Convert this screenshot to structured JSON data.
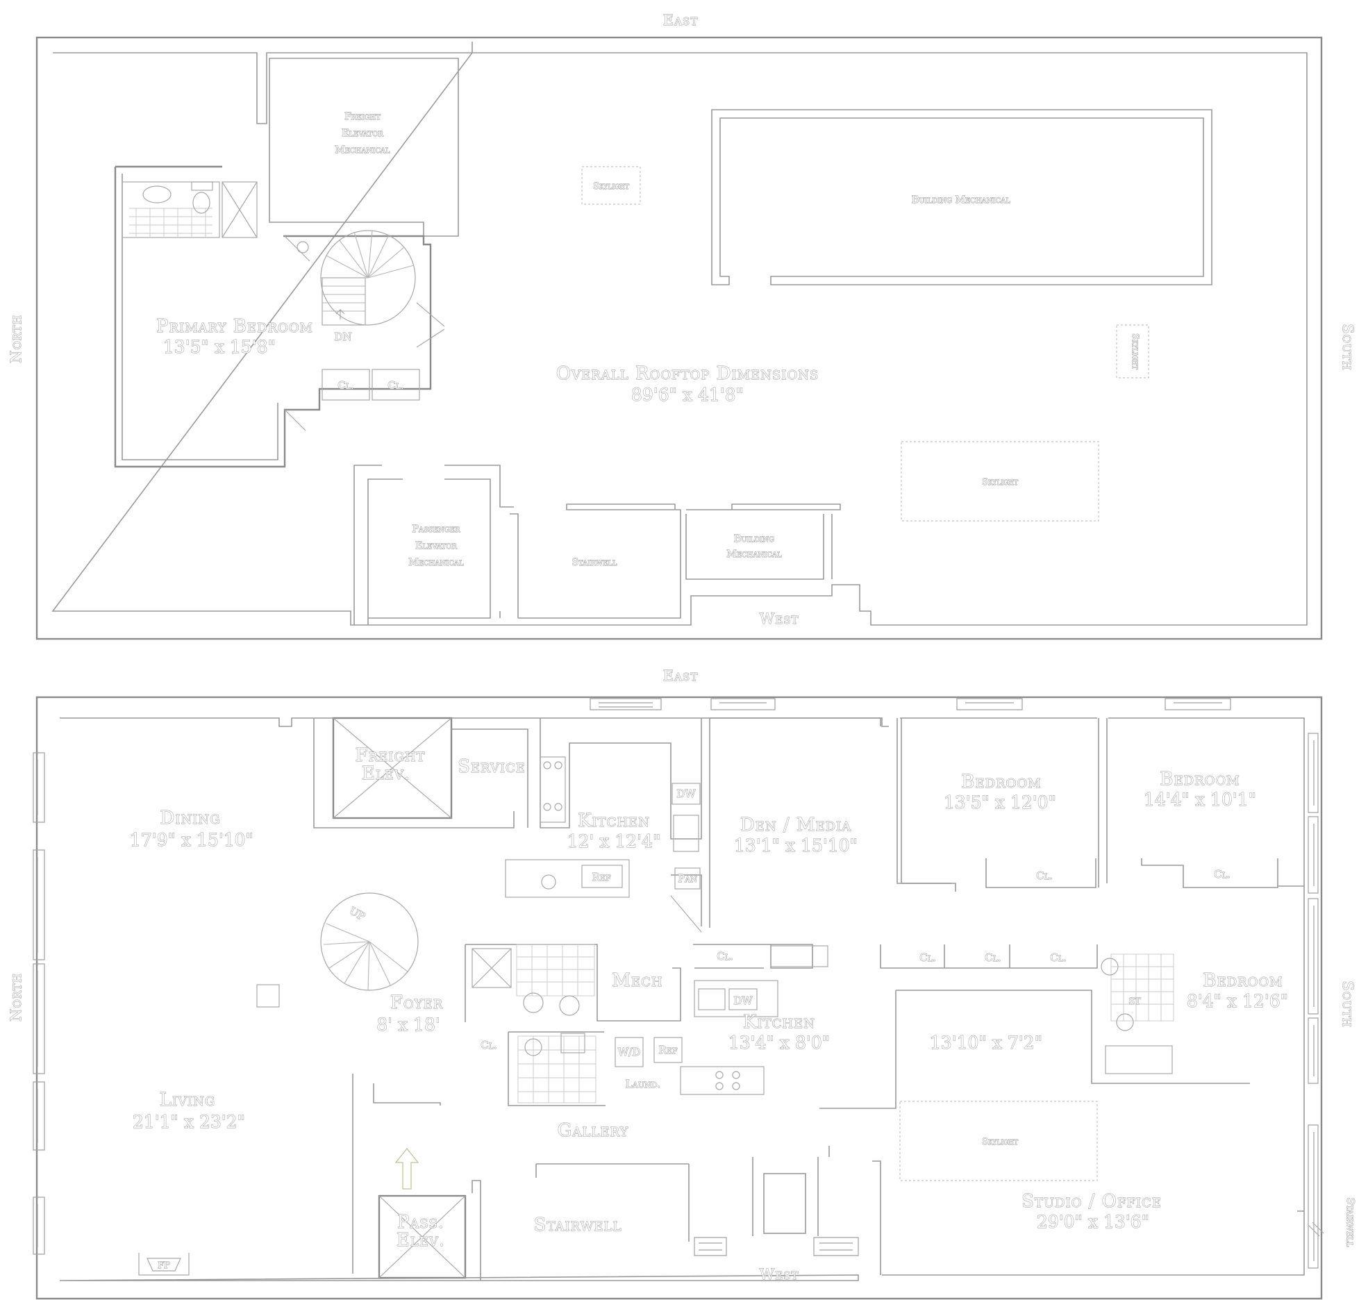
{
  "compass": {
    "east": "East",
    "north": "North",
    "south": "South",
    "west": "West"
  },
  "roof": {
    "freight_mech": [
      "Freight",
      "Elevator",
      "Mechanical"
    ],
    "skylight": "Skylight",
    "building_mech": "Building Mechanical",
    "primary_bedroom": {
      "name": "Primary Bedroom",
      "dims": "13'5\" x 15'8\""
    },
    "dn": "DN",
    "closet": "Cl.",
    "overall": {
      "name": "Overall Rooftop Dimensions",
      "dims": "89'6\" x 41'8\""
    },
    "pass_mech": [
      "Passenger",
      "Elevator",
      "Mechanical"
    ],
    "stairwell": "Stairwell",
    "building_mech2": [
      "Building",
      "Mechanical"
    ]
  },
  "floor": {
    "freight_elev": [
      "Freight",
      "Elev."
    ],
    "service": "Service",
    "dining": {
      "name": "Dining",
      "dims": "17'9\" x 15'10\""
    },
    "kitchen": {
      "name": "Kitchen",
      "dims": "12' x 12'4\""
    },
    "dw": "DW",
    "ref": "Ref",
    "pan": "Pan",
    "den": {
      "name": "Den / Media",
      "dims": "13'1\" x 15'10\""
    },
    "bedroom1": {
      "name": "Bedroom",
      "dims": "13'5\" x 12'0\""
    },
    "bedroom2": {
      "name": "Bedroom",
      "dims": "14'4\" x 10'1\""
    },
    "bedroom3": {
      "name": "Bedroom",
      "dims": "8'4\" x 12'6\""
    },
    "closet": "Cl.",
    "up": "UP",
    "foyer": {
      "name": "Foyer",
      "dims": "8' x 18'"
    },
    "mech": "Mech",
    "kitchen2": {
      "name": "Kitchen",
      "dims": "13'4\" x 8'0\""
    },
    "wd": "W/D",
    "laund": "Laund.",
    "room_dims": "13'10\" x 7'2\"",
    "st": "ST",
    "living": {
      "name": "Living",
      "dims": "21'1\" x 23'2\""
    },
    "gallery": "Gallery",
    "skylight": "Skylight",
    "studio": {
      "name": "Studio / Office",
      "dims": "29'0\" x 13'6\""
    },
    "stairwell": "Stairwell",
    "pass_elev": [
      "Pass.",
      "Elev."
    ],
    "fp": "FP",
    "stairwell_side": "Stairwell"
  }
}
